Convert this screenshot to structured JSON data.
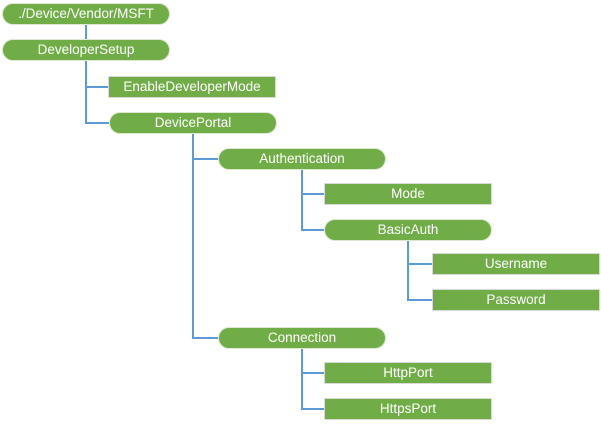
{
  "diagram": {
    "type": "tree",
    "colors": {
      "node_fill": "#70AD47",
      "node_text": "#FFFFFF",
      "connector": "#5B9BD5",
      "leaf_border": "#DADADA",
      "background": "#FFFFFF"
    },
    "nodes": {
      "root": {
        "label": "./Device/Vendor/MSFT",
        "shape": "pill",
        "children": [
          "developer_setup"
        ]
      },
      "developer_setup": {
        "label": "DeveloperSetup",
        "shape": "pill",
        "children": [
          "enable_developer_mode",
          "device_portal"
        ]
      },
      "enable_developer_mode": {
        "label": "EnableDeveloperMode",
        "shape": "rect",
        "children": []
      },
      "device_portal": {
        "label": "DevicePortal",
        "shape": "pill",
        "children": [
          "authentication",
          "connection"
        ]
      },
      "authentication": {
        "label": "Authentication",
        "shape": "pill",
        "children": [
          "mode",
          "basic_auth"
        ]
      },
      "mode": {
        "label": "Mode",
        "shape": "rect",
        "children": []
      },
      "basic_auth": {
        "label": "BasicAuth",
        "shape": "pill",
        "children": [
          "username",
          "password"
        ]
      },
      "username": {
        "label": "Username",
        "shape": "rect",
        "children": []
      },
      "password": {
        "label": "Password",
        "shape": "rect",
        "children": []
      },
      "connection": {
        "label": "Connection",
        "shape": "pill",
        "children": [
          "http_port",
          "https_port"
        ]
      },
      "http_port": {
        "label": "HttpPort",
        "shape": "rect",
        "children": []
      },
      "https_port": {
        "label": "HttpsPort",
        "shape": "rect",
        "children": []
      }
    }
  }
}
